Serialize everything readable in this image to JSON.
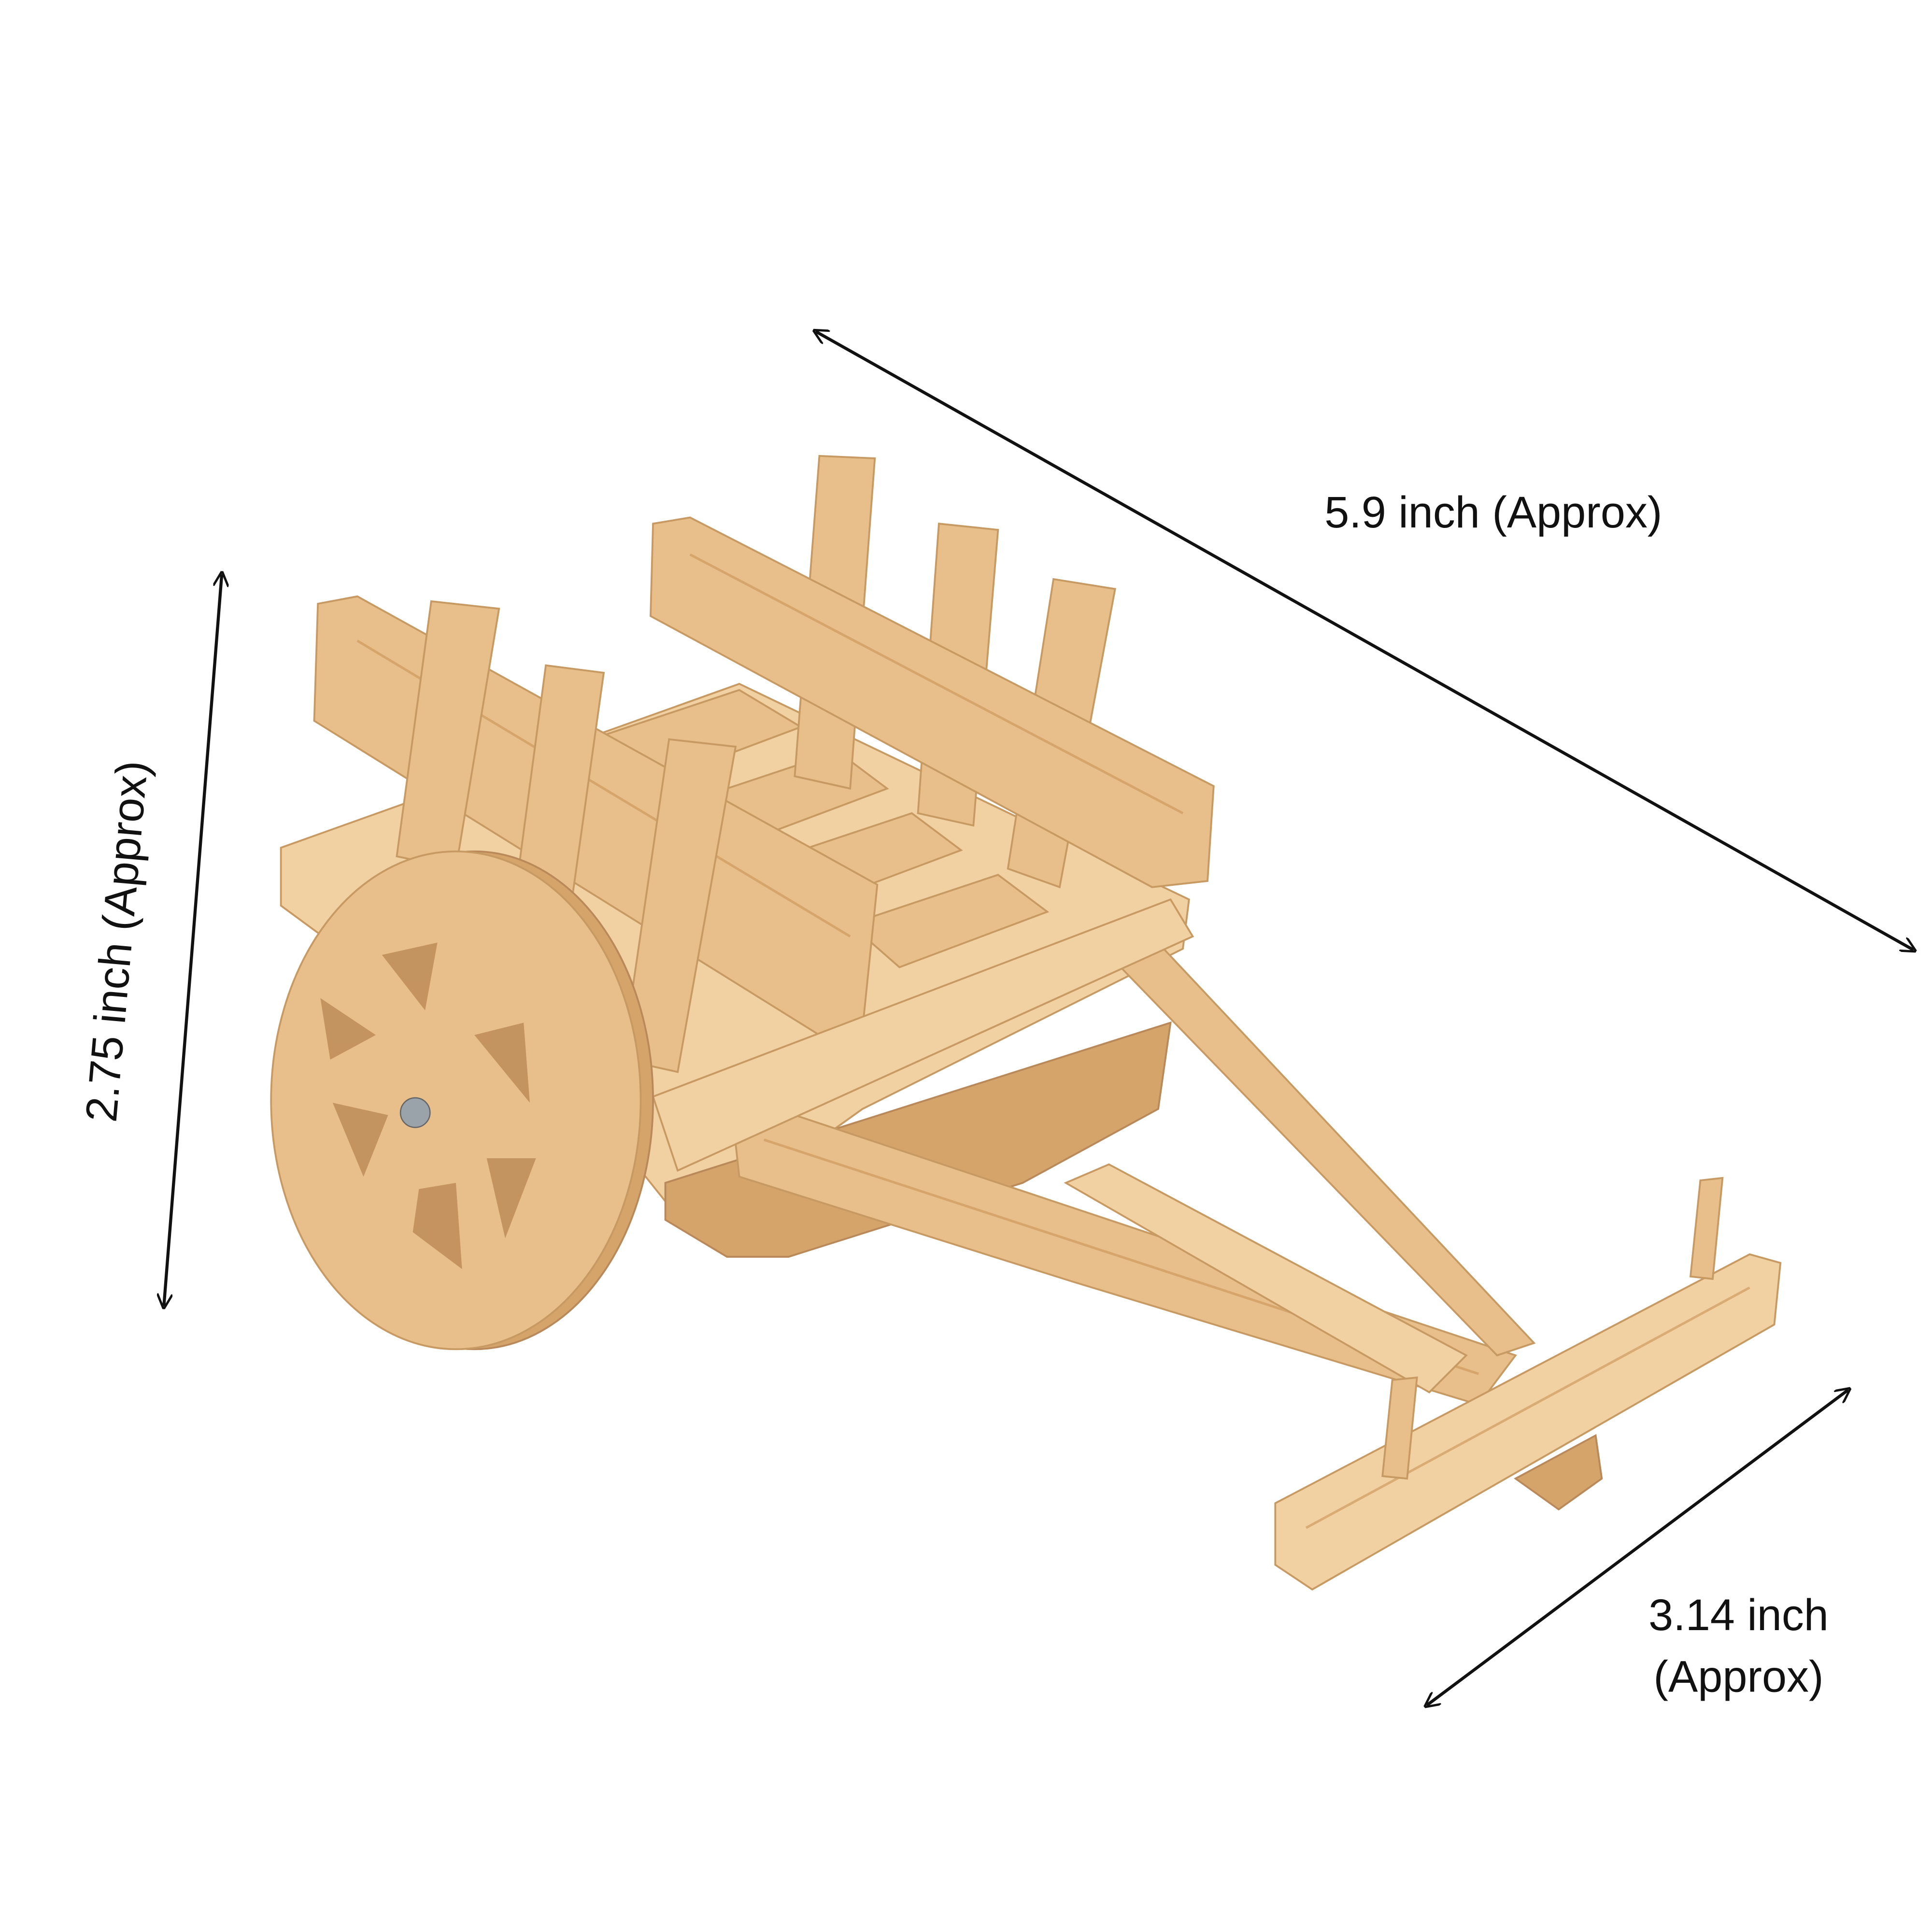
{
  "product": {
    "colors": {
      "wood": "#e8bf8a",
      "wood_dark": "#d5a46b",
      "text": "#111111",
      "background": "#ffffff"
    }
  },
  "dimensions": {
    "length": {
      "label": "5.9 inch (Approx)"
    },
    "height": {
      "label": "2.75 inch (Approx)"
    },
    "width": {
      "line1": "3.14 inch",
      "line2": "(Approx)"
    }
  }
}
